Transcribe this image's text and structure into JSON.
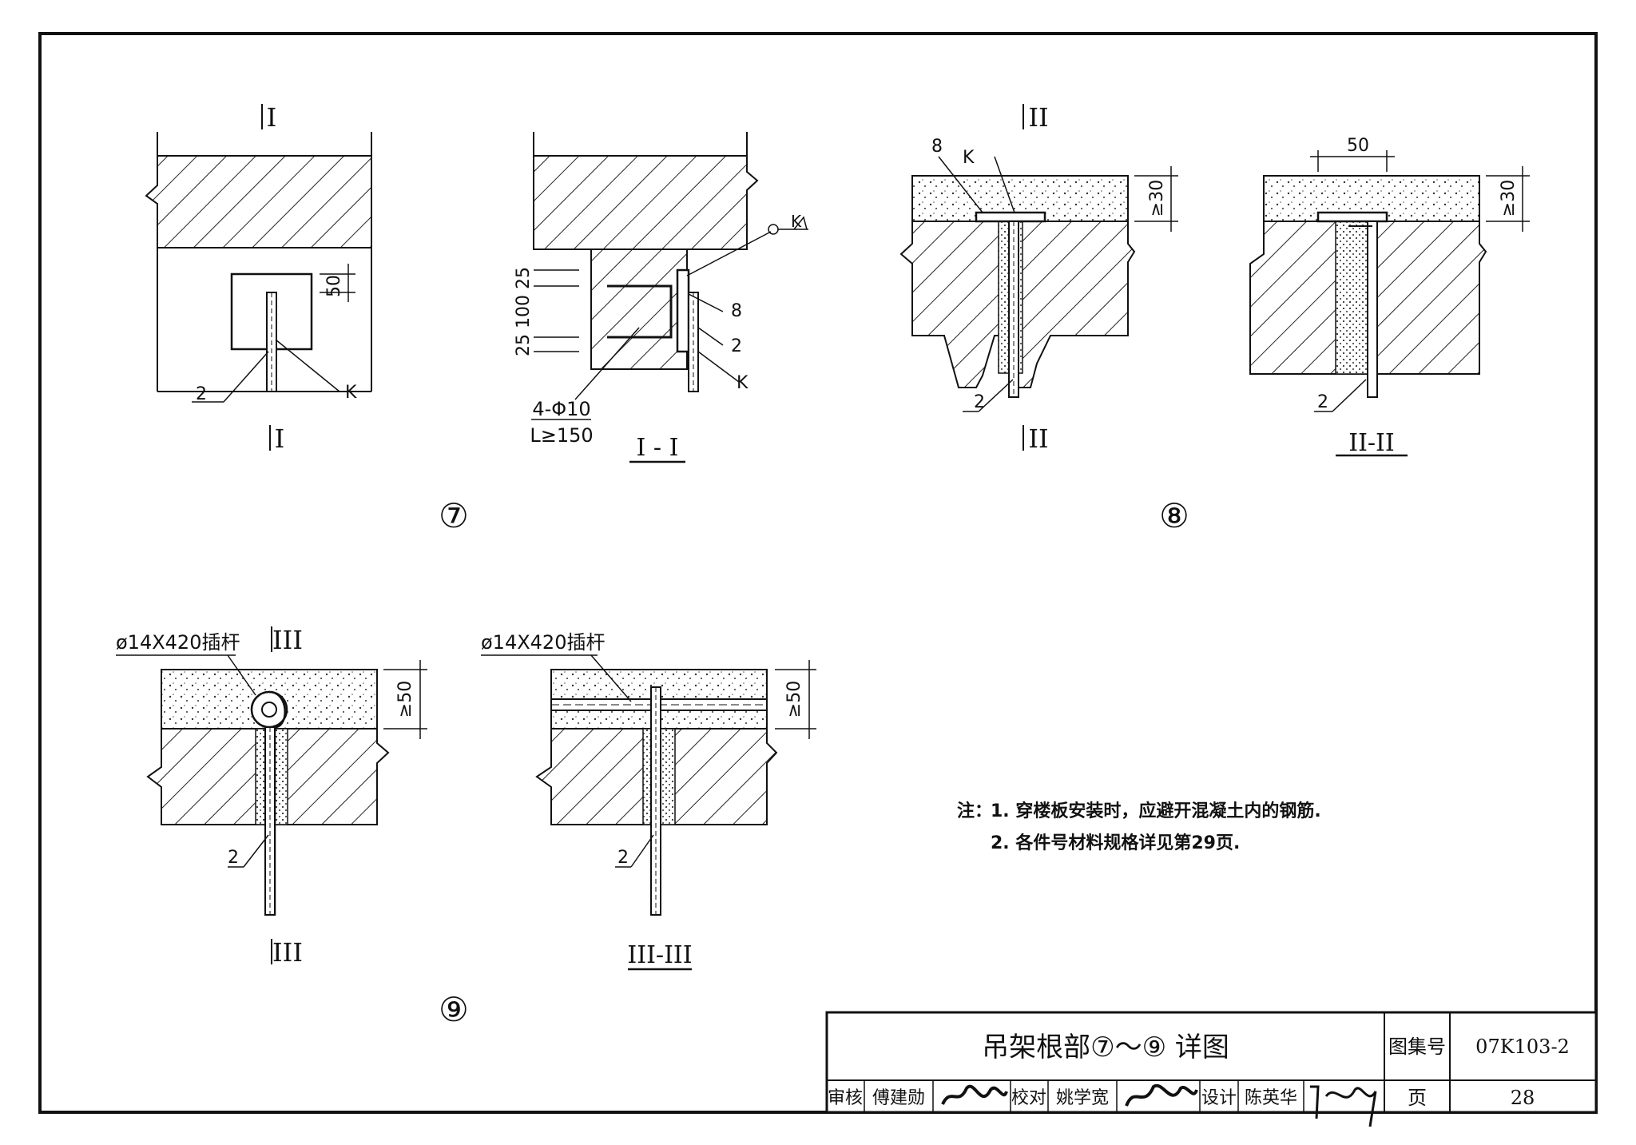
{
  "sheet": {
    "note_heading": "注：",
    "notes": [
      "1. 穿楼板安装时，应避开混凝土内的钢筋.",
      "2. 各件号材料规格详见第29页."
    ]
  },
  "details": {
    "d7": {
      "number": "⑦",
      "plan": {
        "cut_mark_top": "I",
        "cut_mark_bottom": "I",
        "dim_50": "50",
        "part_2": "2",
        "weld_symbol": "K"
      },
      "section": {
        "title": "I - I",
        "dim_25_top": "25",
        "dim_100": "100",
        "dim_25_bottom": "25",
        "part_8": "8",
        "part_2": "2",
        "weld_symbol_top": "K",
        "weld_symbol_bottom": "K",
        "anchor_spec": "4-Φ10",
        "anchor_length": "L≥150"
      }
    },
    "d8": {
      "number": "⑧",
      "plan": {
        "cut_mark_top": "II",
        "cut_mark_bottom": "II",
        "part_8": "8",
        "weld_symbol": "K",
        "dim_ge30": "≥30",
        "part_2": "2"
      },
      "section": {
        "title": "II-II",
        "dim_50": "50",
        "dim_ge30": "≥30",
        "part_2": "2"
      }
    },
    "d9": {
      "number": "⑨",
      "plan": {
        "cut_mark_top": "III",
        "cut_mark_bottom": "III",
        "pin_label": "ø14X420插杆",
        "dim_ge50": "≥50",
        "part_2": "2"
      },
      "section": {
        "title": "III-III",
        "pin_label": "ø14X420插杆",
        "dim_ge50": "≥50",
        "part_2": "2"
      }
    }
  },
  "title_block": {
    "title": "吊架根部⑦～⑨ 详图",
    "atlas_label": "图集号",
    "atlas_number": "07K103-2",
    "page_label": "页",
    "page_number": "28",
    "review_label": "审核",
    "reviewer": "傅建勋",
    "check_label": "校对",
    "checker": "姚学宽",
    "design_label": "设计",
    "designer": "陈英华"
  }
}
